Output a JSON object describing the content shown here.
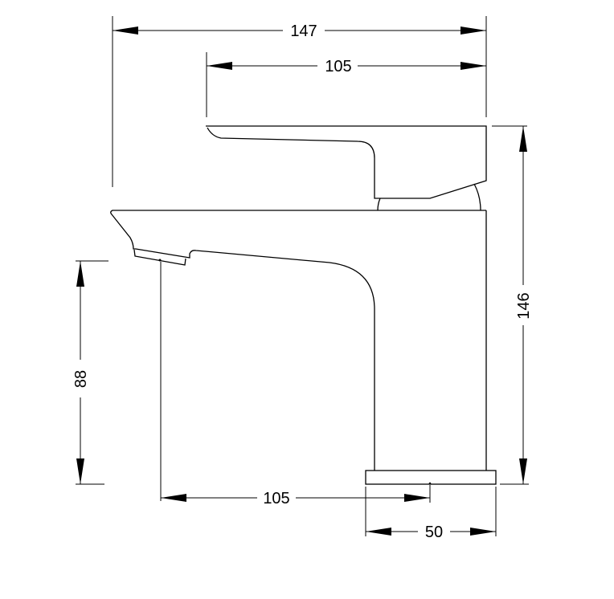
{
  "drawing": {
    "dimensions": {
      "overall_length": "147",
      "lever_length": "105",
      "overall_height": "146",
      "spout_height": "88",
      "spout_reach": "105",
      "base_width": "50"
    },
    "line_color": "#000000",
    "background": "#ffffff"
  }
}
